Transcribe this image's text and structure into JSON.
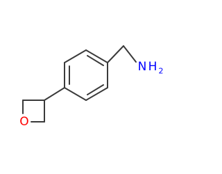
{
  "molecule": {
    "atoms": {
      "amine": {
        "symbol": "N",
        "hydrogens": "H",
        "count": "2",
        "color": "#0000ff"
      },
      "oxygen": {
        "symbol": "O",
        "color": "#ff0000"
      }
    },
    "bond_color": "#3a3a3a"
  }
}
